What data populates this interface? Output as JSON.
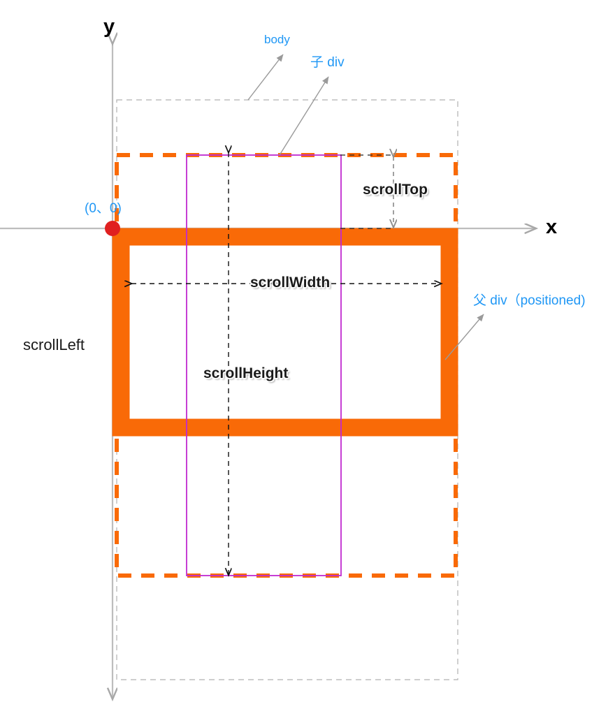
{
  "diagram": {
    "title_axes": {
      "y_axis_label": "y",
      "x_axis_label": "x"
    },
    "origin": {
      "label": "(0、0)",
      "marker": "red-dot",
      "color": "#e02020"
    },
    "annotations": [
      {
        "key": "body",
        "label": "body"
      },
      {
        "key": "child_div",
        "label": "子 div"
      },
      {
        "key": "parent_div",
        "label": "父 div（positioned)"
      }
    ],
    "metrics": [
      {
        "key": "scroll_top",
        "label": "scrollTop"
      },
      {
        "key": "scroll_width",
        "label": "scrollWidth"
      },
      {
        "key": "scroll_height",
        "label": "scrollHeight"
      },
      {
        "key": "scroll_left",
        "label": "scrollLeft"
      }
    ],
    "colors": {
      "orange": "#f96a07",
      "purple": "#c02ad0",
      "blue": "#1f97f5",
      "gray": "#a8a8a8",
      "red": "#e02020",
      "black": "#1a1a1a"
    },
    "shapes": {
      "body_box": "gray-dashed-rectangle",
      "parent_box_solid": "orange-thick-border-rectangle",
      "parent_scroll_box": "orange-dashed-rectangle",
      "child_box": "purple-solid-rectangle"
    }
  }
}
